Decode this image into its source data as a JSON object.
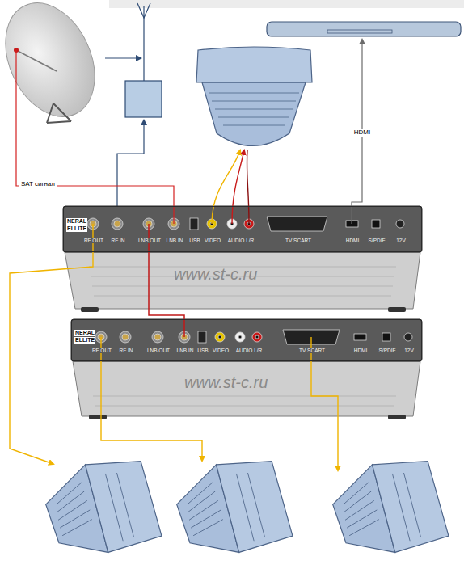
{
  "diagram": {
    "nodes": [
      {
        "text": [
          "NERAL",
          "ELLITE",
          "RF OUT",
          "RF IN",
          "LNB OUT",
          "LNB IN",
          "USB",
          "VIDEO",
          "AUDIO L/R",
          "TV SCART",
          "HDMI",
          "S/PDIF",
          "12V"
        ]
      },
      {
        "text": [
          "NERAL",
          "ELLITE",
          "RF OUT",
          "RF IN",
          "LNB OUT",
          "LNB IN",
          "USB",
          "VIDEO",
          "AUDIO L/R",
          "TV SCART",
          "HDMI",
          "S/PDIF",
          "12V"
        ]
      }
    ],
    "edges": [
      {
        "from": 0,
        "to": 1,
        "arrow": "none"
      }
    ],
    "labels": [
      "SAT сигнал",
      "HDMI",
      "www.st-c.ru",
      "www.st-c.ru"
    ]
  }
}
